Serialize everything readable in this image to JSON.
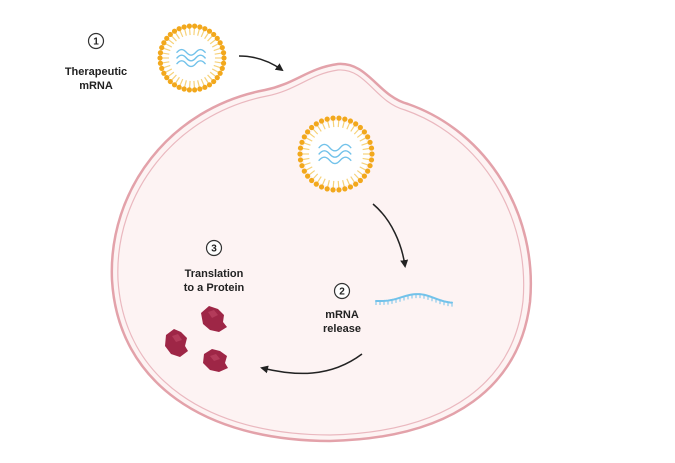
{
  "steps": [
    {
      "number": "1",
      "line1": "Therapeutic",
      "line2": "mRNA"
    },
    {
      "number": "2",
      "line1": "mRNA",
      "line2": "release"
    },
    {
      "number": "3",
      "line1": "Translation",
      "line2": "to a Protein"
    }
  ],
  "colors": {
    "cell_fill": "#fdf3f3",
    "cell_membrane": "#e3a2aa",
    "lipid_head": "#f2a81c",
    "lipid_tail": "#f6d27a",
    "mrna": "#72c2ea",
    "protein": "#9e2646",
    "arrow": "#222222"
  }
}
